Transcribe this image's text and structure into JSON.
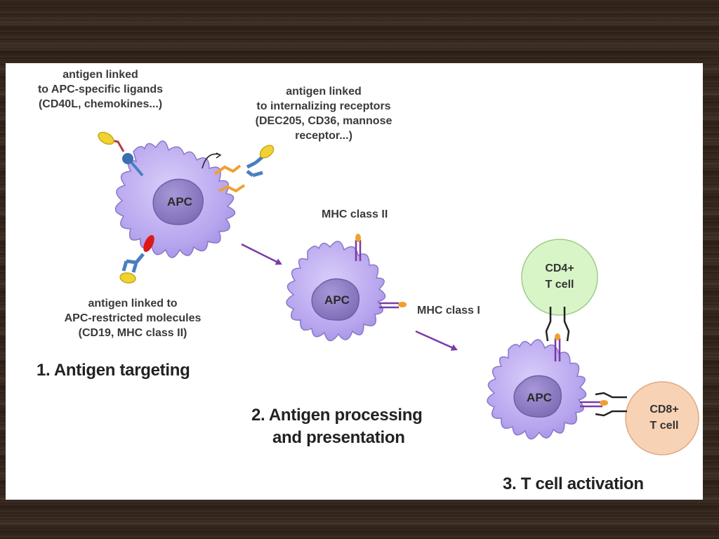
{
  "labels": {
    "apc_ligands": [
      "antigen linked",
      "to APC-specific  ligands",
      "(CD40L, chemokines...)"
    ],
    "internalizing": [
      "antigen linked",
      "to internalizing receptors",
      "(DEC205, CD36, mannose",
      "receptor...)"
    ],
    "restricted": [
      "antigen linked to",
      "APC-restricted  molecules",
      "(CD19, MHC class II)"
    ],
    "mhc_class_ii": "MHC class II",
    "mhc_class_i": "MHC class I"
  },
  "steps": {
    "step1": "1. Antigen targeting",
    "step2": [
      "2. Antigen processing",
      "and presentation"
    ],
    "step3": "3. T cell activation"
  },
  "cells": {
    "apc": "APC",
    "cd4": [
      "CD4+",
      "T cell"
    ],
    "cd8": [
      "CD8+",
      "T cell"
    ]
  },
  "colors": {
    "apc_body": "#b9a8ee",
    "apc_outline": "#8a78c8",
    "nucleus": "#8a78bd",
    "cd4_cell": "#d8f5c8",
    "cd8_cell": "#f8d2b4",
    "arrow": "#7a3aa8",
    "antibody": "#4a7fbf",
    "antigen": "#f0d232",
    "orange": "#f0a030"
  }
}
